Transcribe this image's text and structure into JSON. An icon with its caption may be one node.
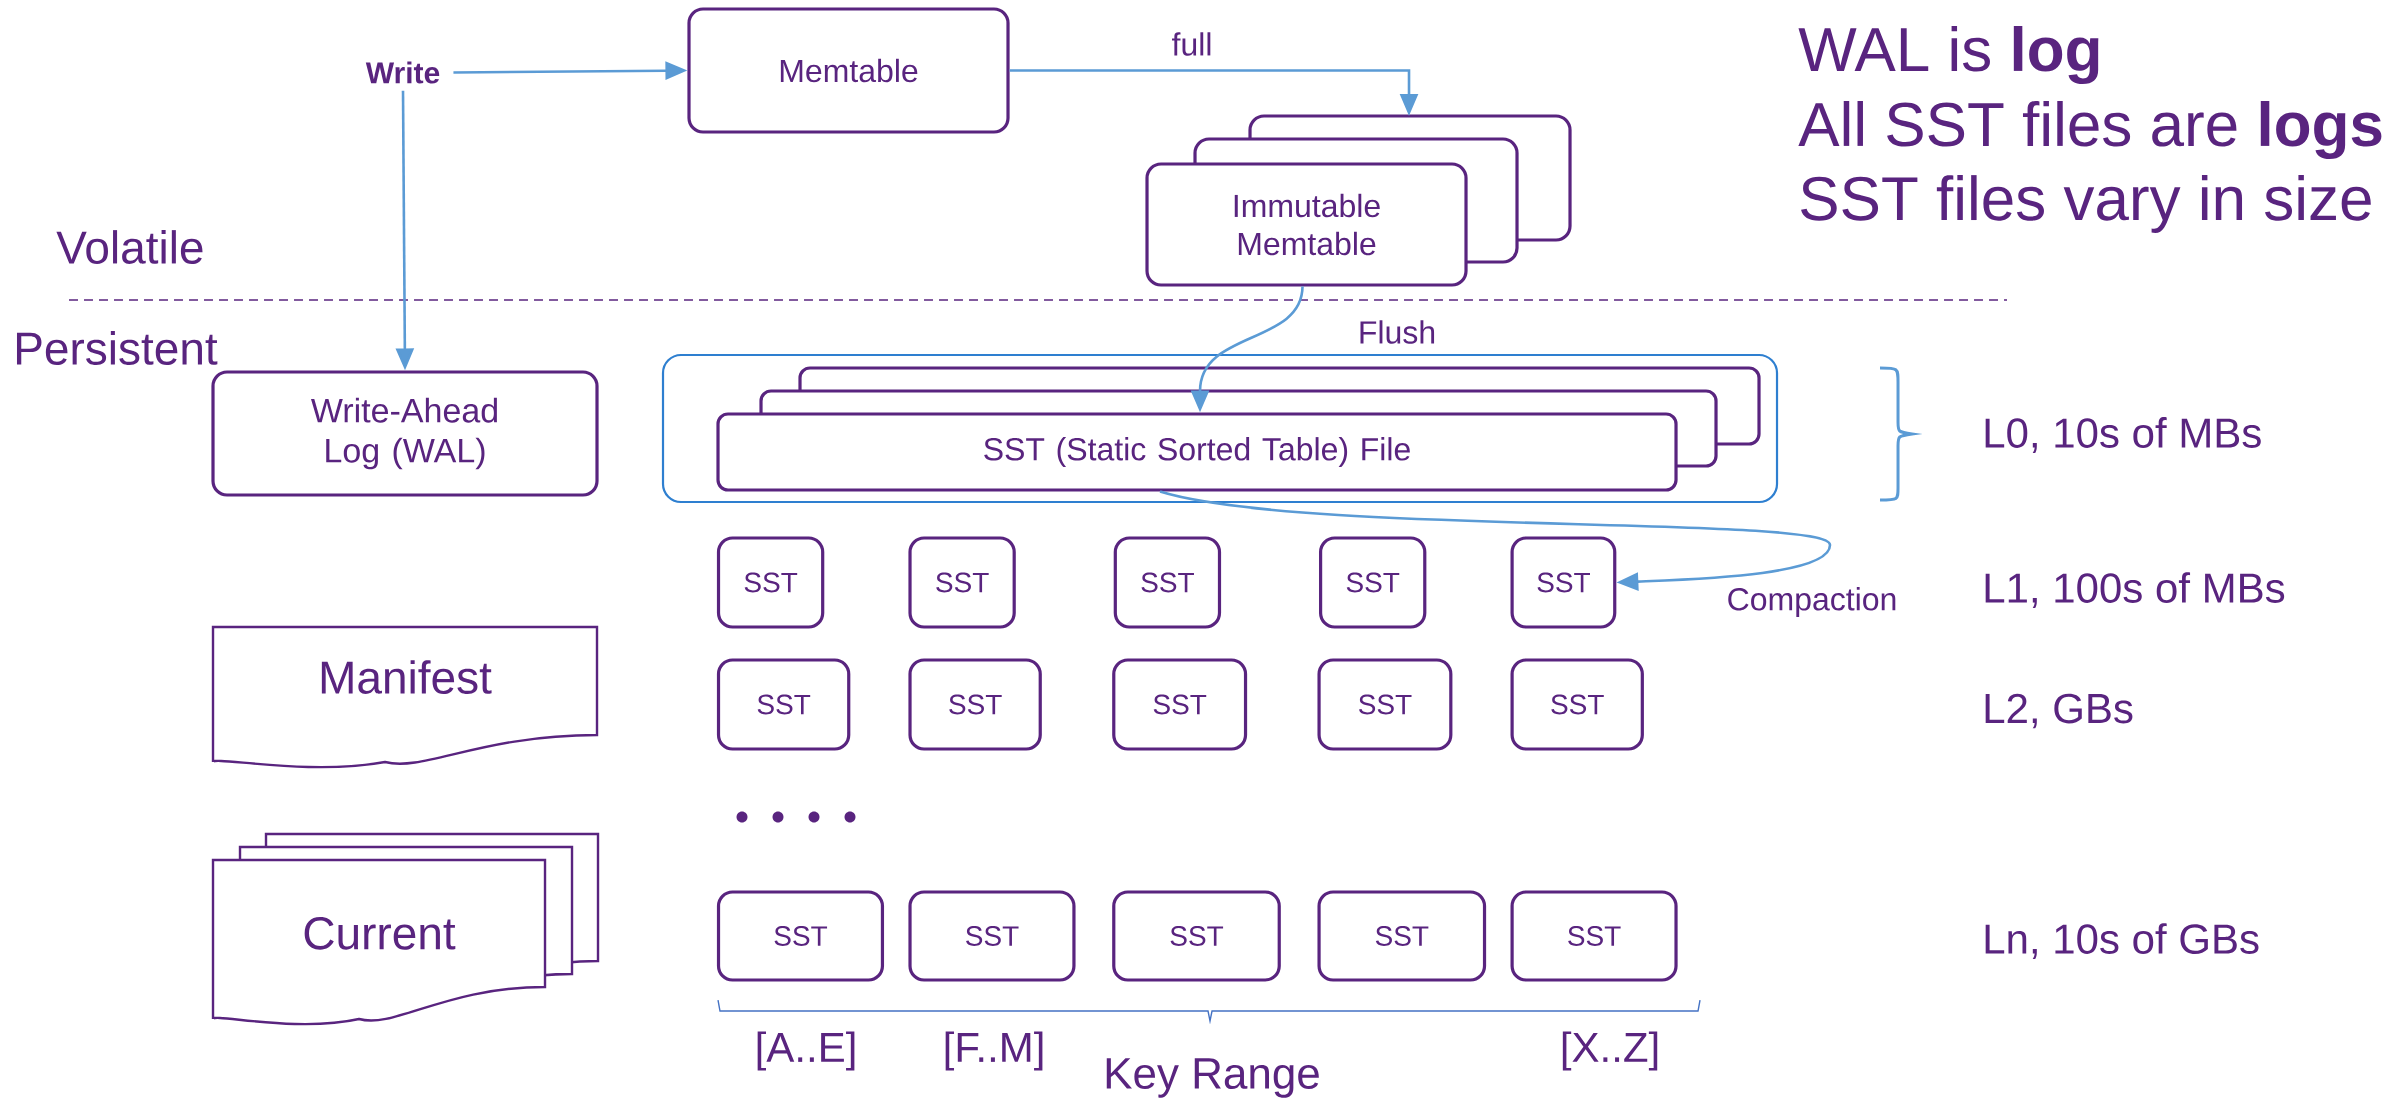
{
  "diagram": {
    "nodes": [
      {
        "text": [
          "Write"
        ]
      },
      {
        "text": [
          "Memtable"
        ]
      },
      {
        "text": [
          "Immutable Memtable"
        ]
      },
      {
        "text": [
          "Write-Ahead Log (WAL)"
        ]
      },
      {
        "text": [],
        "shape": "box"
      },
      {
        "text": [
          "SST (Static Sorted Table) File"
        ],
        "in": 4
      },
      {
        "text": [
          "SST"
        ]
      },
      {
        "text": [
          "SST"
        ]
      },
      {
        "text": [
          "SST"
        ]
      },
      {
        "text": [
          "SST"
        ]
      },
      {
        "text": [
          "SST"
        ]
      },
      {
        "text": [
          "SST"
        ]
      },
      {
        "text": [
          "SST"
        ]
      },
      {
        "text": [
          "SST"
        ]
      },
      {
        "text": [
          "SST"
        ]
      },
      {
        "text": [
          "SST"
        ]
      },
      {
        "text": [
          "SST"
        ]
      },
      {
        "text": [
          "SST"
        ]
      },
      {
        "text": [
          "SST"
        ]
      },
      {
        "text": [
          "SST"
        ]
      },
      {
        "text": [
          "SST"
        ]
      },
      {
        "text": [
          "Manifest"
        ]
      },
      {
        "text": [
          "Current"
        ]
      }
    ],
    "edges": [
      {
        "from": 0,
        "to": 1,
        "arrow": "to"
      },
      {
        "from": 0,
        "to": 3,
        "arrow": "to"
      },
      {
        "from": 1,
        "to": 2,
        "arrow": "to",
        "label": "full"
      },
      {
        "from": 2,
        "to": 5,
        "arrow": "to",
        "label": "Flush"
      },
      {
        "from": 5,
        "to": 10,
        "arrow": "to",
        "label": "Compaction"
      }
    ],
    "labels": [
      "WAL is **log**",
      "All SST files are **logs**",
      "SST files vary in size",
      "Volatile",
      "Persistent",
      "L0, 10s of MBs",
      "L1, 100s of MBs",
      "L2, GBs",
      "Ln, 10s of GBs",
      "[A..E]",
      "[F..M]",
      "[X..Z]",
      "Key Range"
    ]
  }
}
